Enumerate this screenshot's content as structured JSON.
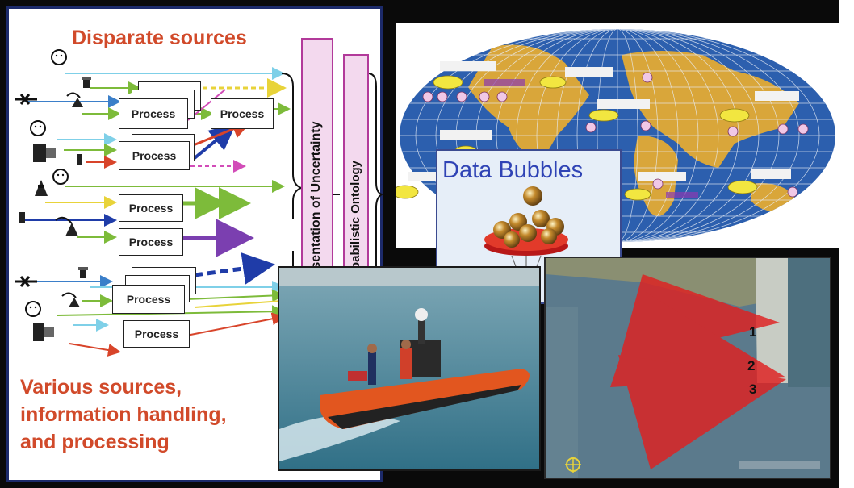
{
  "left": {
    "heading": "Disparate sources",
    "process_label": "Process",
    "band_uncertainty": "Representation of Uncertainty",
    "band_ontology": "Probabilistic Ontology",
    "bottom_line1": "Various sources,",
    "bottom_line2": "information handling,",
    "bottom_line3": "and processing"
  },
  "bubbles": {
    "title": "Data Bubbles"
  },
  "satellite": {
    "sector_numbers": [
      "1",
      "2",
      "3"
    ]
  },
  "colors": {
    "heading_red": "#d14a2a",
    "band_pink": "#f3d9ee",
    "band_border": "#b23a9a",
    "bubble_blue": "#2f43b5"
  }
}
